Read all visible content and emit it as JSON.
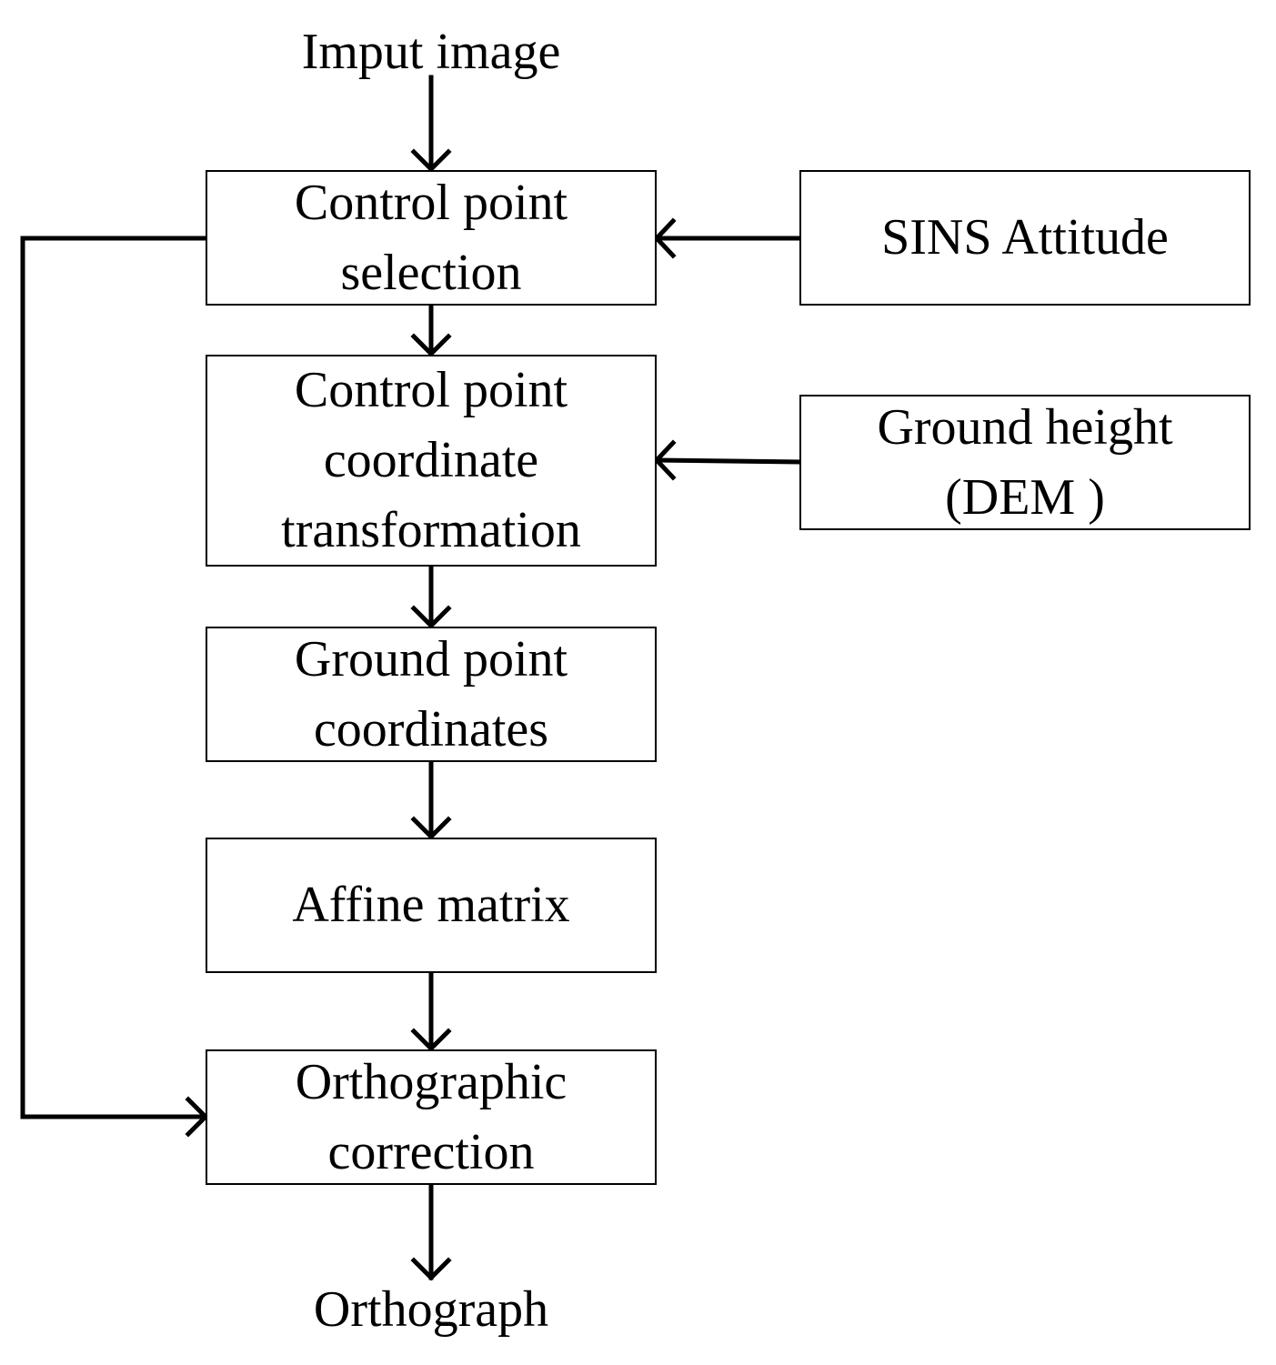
{
  "input": {
    "text": "Imput image"
  },
  "output": {
    "text": "Orthograph"
  },
  "steps": [
    {
      "lines": [
        "Control point",
        "selection"
      ]
    },
    {
      "lines": [
        "Control point",
        "coordinate",
        "transformation"
      ]
    },
    {
      "lines": [
        "Ground point",
        "coordinates"
      ]
    },
    {
      "lines": [
        "Affine matrix"
      ]
    },
    {
      "lines": [
        "Orthographic",
        "correction"
      ]
    }
  ],
  "side_inputs": [
    {
      "lines": [
        "SINS Attitude"
      ]
    },
    {
      "lines": [
        "Ground height",
        "(DEM )"
      ]
    }
  ]
}
